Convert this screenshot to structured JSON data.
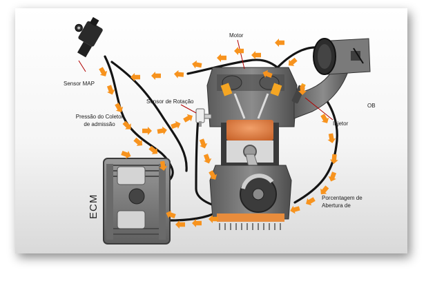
{
  "labels": {
    "sensor_map": "Sensor MAP",
    "motor": "Motor",
    "sensor_rotacao": "Sensor de Rotação",
    "pressao_line1": "Pressão do Coletor",
    "pressao_line2": "de admissão",
    "injetor": "Injetor",
    "ob": "OB",
    "ecm": "ECM",
    "porcentagem_line1": "Porcentagem de",
    "porcentagem_line2": "Abertura de"
  },
  "colors": {
    "arrow": "#f7931e",
    "engine_body": "#6e6e6e",
    "engine_dark": "#3c3c3c",
    "piston": "#e8874a",
    "wire": "#141414",
    "ecm_body": "#8a8a8a"
  },
  "icons": [
    "sensor-map-icon",
    "engine-icon",
    "rotation-sensor-icon",
    "injector-icon",
    "throttle-body-icon",
    "ecm-unit-icon",
    "flow-arrow-icon"
  ]
}
